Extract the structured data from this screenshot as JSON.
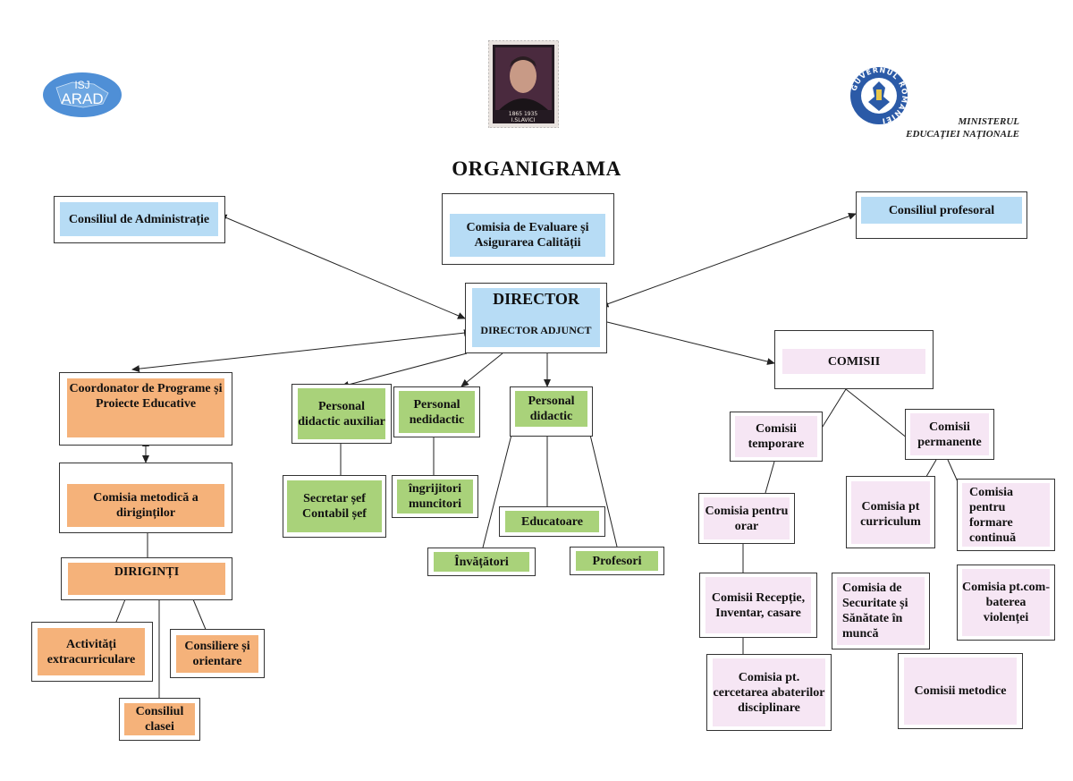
{
  "header": {
    "title": "ORGANIGRAMA",
    "left_logo": {
      "line1": "ISJ",
      "line2": "ARAD",
      "color": "#4f8fd6"
    },
    "stamp_caption": {
      "line1": "1865 1935",
      "line2": "I.SLAVICI"
    },
    "right_logo_ring": "GUVERNUL ROMANIEI",
    "ministry": {
      "line1": "MINISTERUL",
      "line2": "EDUCAȚIEI NAȚIONALE"
    }
  },
  "colors": {
    "blue": "#b7dcf5",
    "green": "#a9d27a",
    "orange": "#f5b27a",
    "pink": "#f6e6f4"
  },
  "nodes": {
    "consiliul_administratie": "Consiliul de Administrație",
    "comisia_evaluare": "Comisia de Evaluare și Asigurarea Calității",
    "consiliul_profesoral": "Consiliul profesoral",
    "director": "DIRECTOR",
    "director_adjunct": "DIRECTOR ADJUNCT",
    "comisii": "COMISII",
    "coordonator": "Coordonator de Programe și Proiecte Educative",
    "personal_didactic_auxiliar": "Personal didactic auxiliar",
    "personal_nedidactic": "Personal nedidactic",
    "personal_didactic": "Personal didactic",
    "secretar_contabil": "Secretar șef Contabil șef",
    "ingrijitori": "îngrijitori muncitori",
    "educatoare": "Educatoare",
    "invatatori": "Învățători",
    "profesori": "Profesori",
    "comisia_metodica_dirigintilor": "Comisia metodică a diriginților",
    "dirigninti": "DIRIGINȚI",
    "activitati_extracurriculare": "Activități extracurriculare",
    "consiliere_orientare": "Consiliere și orientare",
    "consiliul_clasei": "Consiliul clasei",
    "comisii_temporare": "Comisii temporare",
    "comisii_permanente": "Comisii permanente",
    "comisia_orar": "Comisia pentru orar",
    "comisii_receptie": "Comisii Recepție, Inventar, casare",
    "comisia_cercetare": "Comisia pt. cercetarea abaterilor disciplinare",
    "comisia_curriculum": "Comisia pt curriculum",
    "comisia_formare": "Comisia pentru formare continuă",
    "comisia_securitate": "Comisia de Securitate și Sănătate în muncă",
    "comisia_violenta": "Comisia pt.com-baterea violenței",
    "comisii_metodice": "Comisii metodice"
  }
}
